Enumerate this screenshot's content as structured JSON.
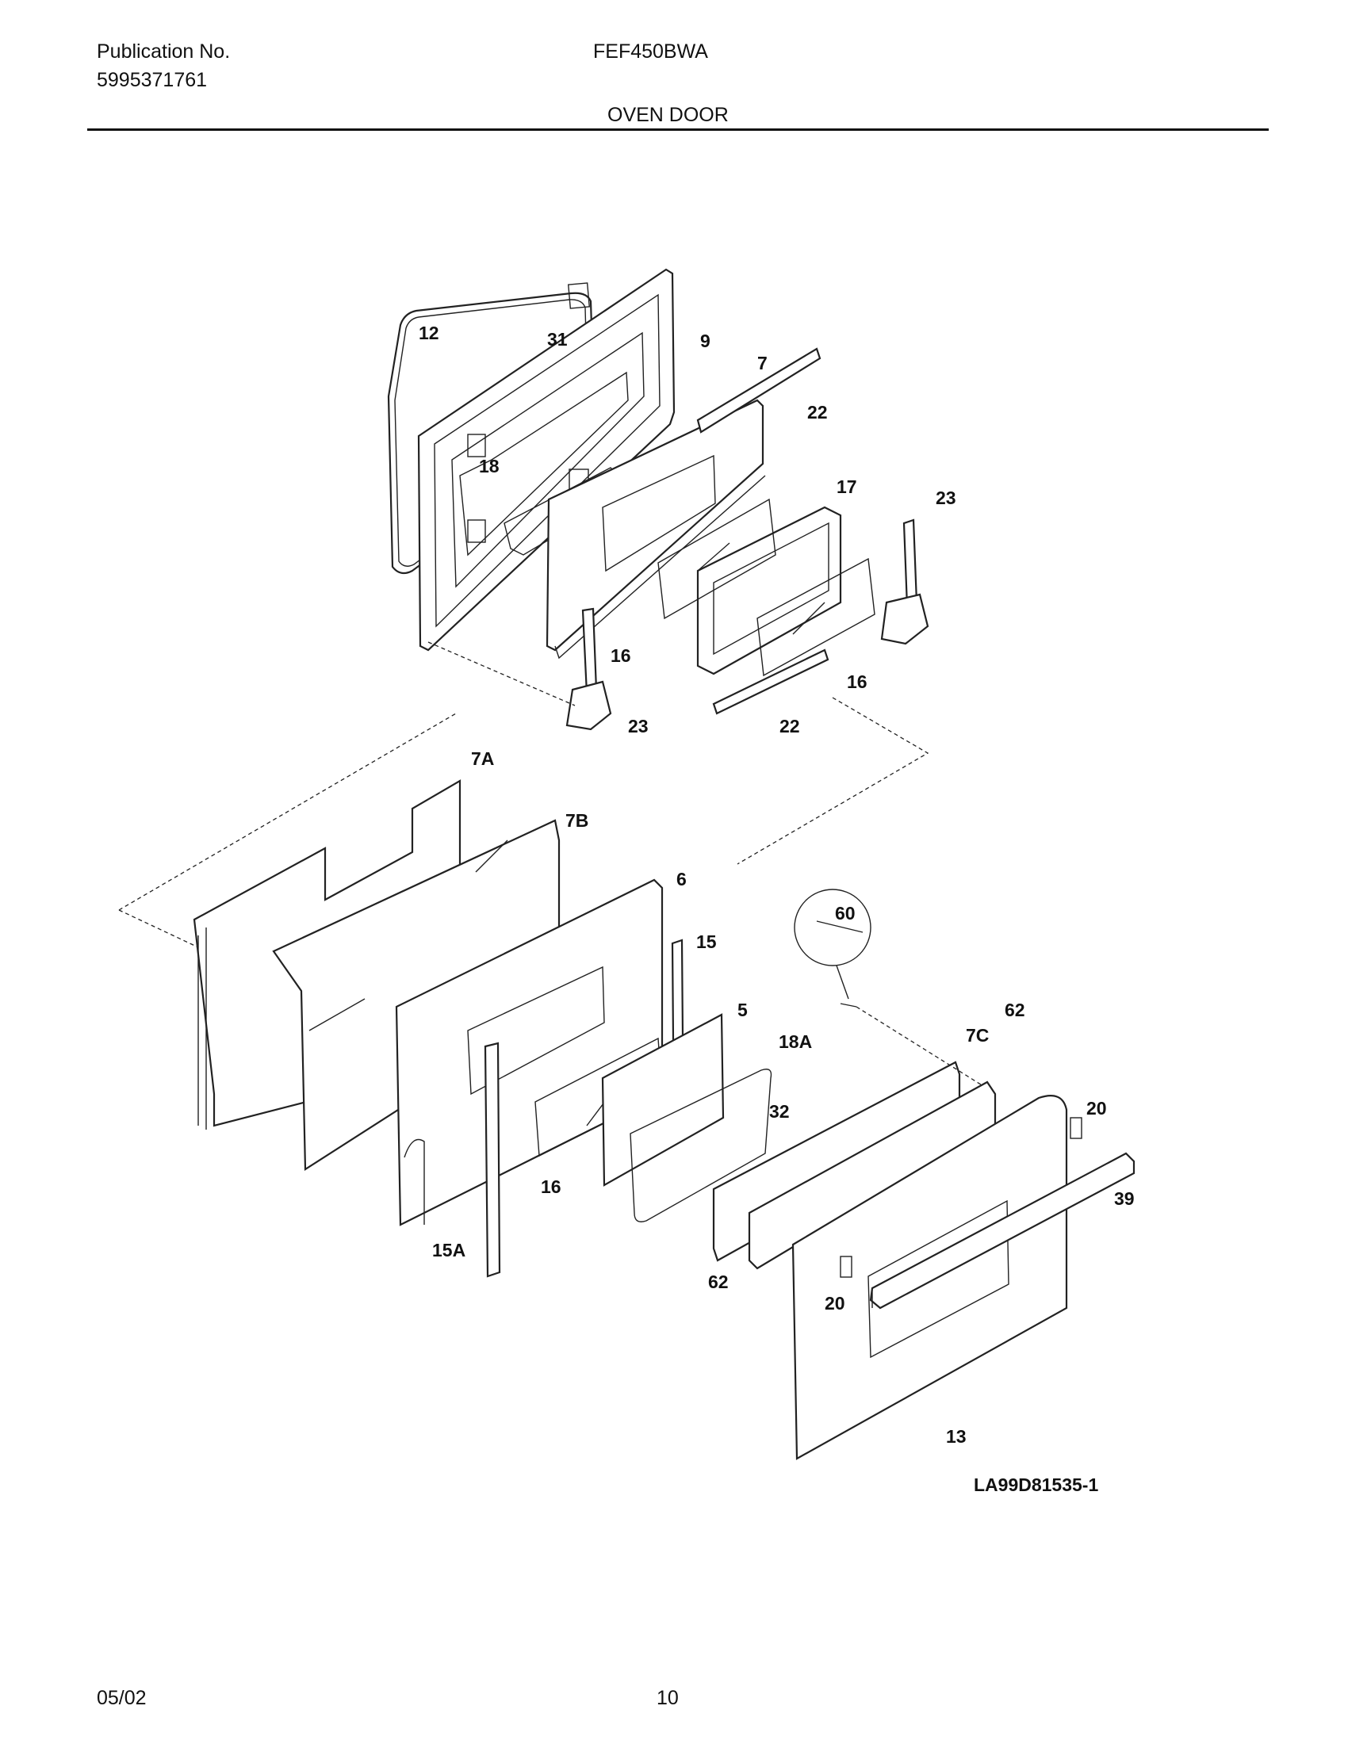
{
  "header": {
    "publication_label": "Publication No.",
    "publication_number": "5995371761",
    "model": "FEF450BWA",
    "section_title": "OVEN DOOR"
  },
  "callouts": [
    "12",
    "31",
    "9",
    "7",
    "22",
    "18",
    "17",
    "23",
    "16",
    "16",
    "23",
    "22",
    "7A",
    "7B",
    "6",
    "60",
    "15",
    "5",
    "18A",
    "62",
    "7C",
    "20",
    "32",
    "39",
    "16",
    "15A",
    "62",
    "20",
    "13"
  ],
  "drawing_id": "LA99D81535-1",
  "footer": {
    "date": "05/02",
    "page": "10"
  }
}
